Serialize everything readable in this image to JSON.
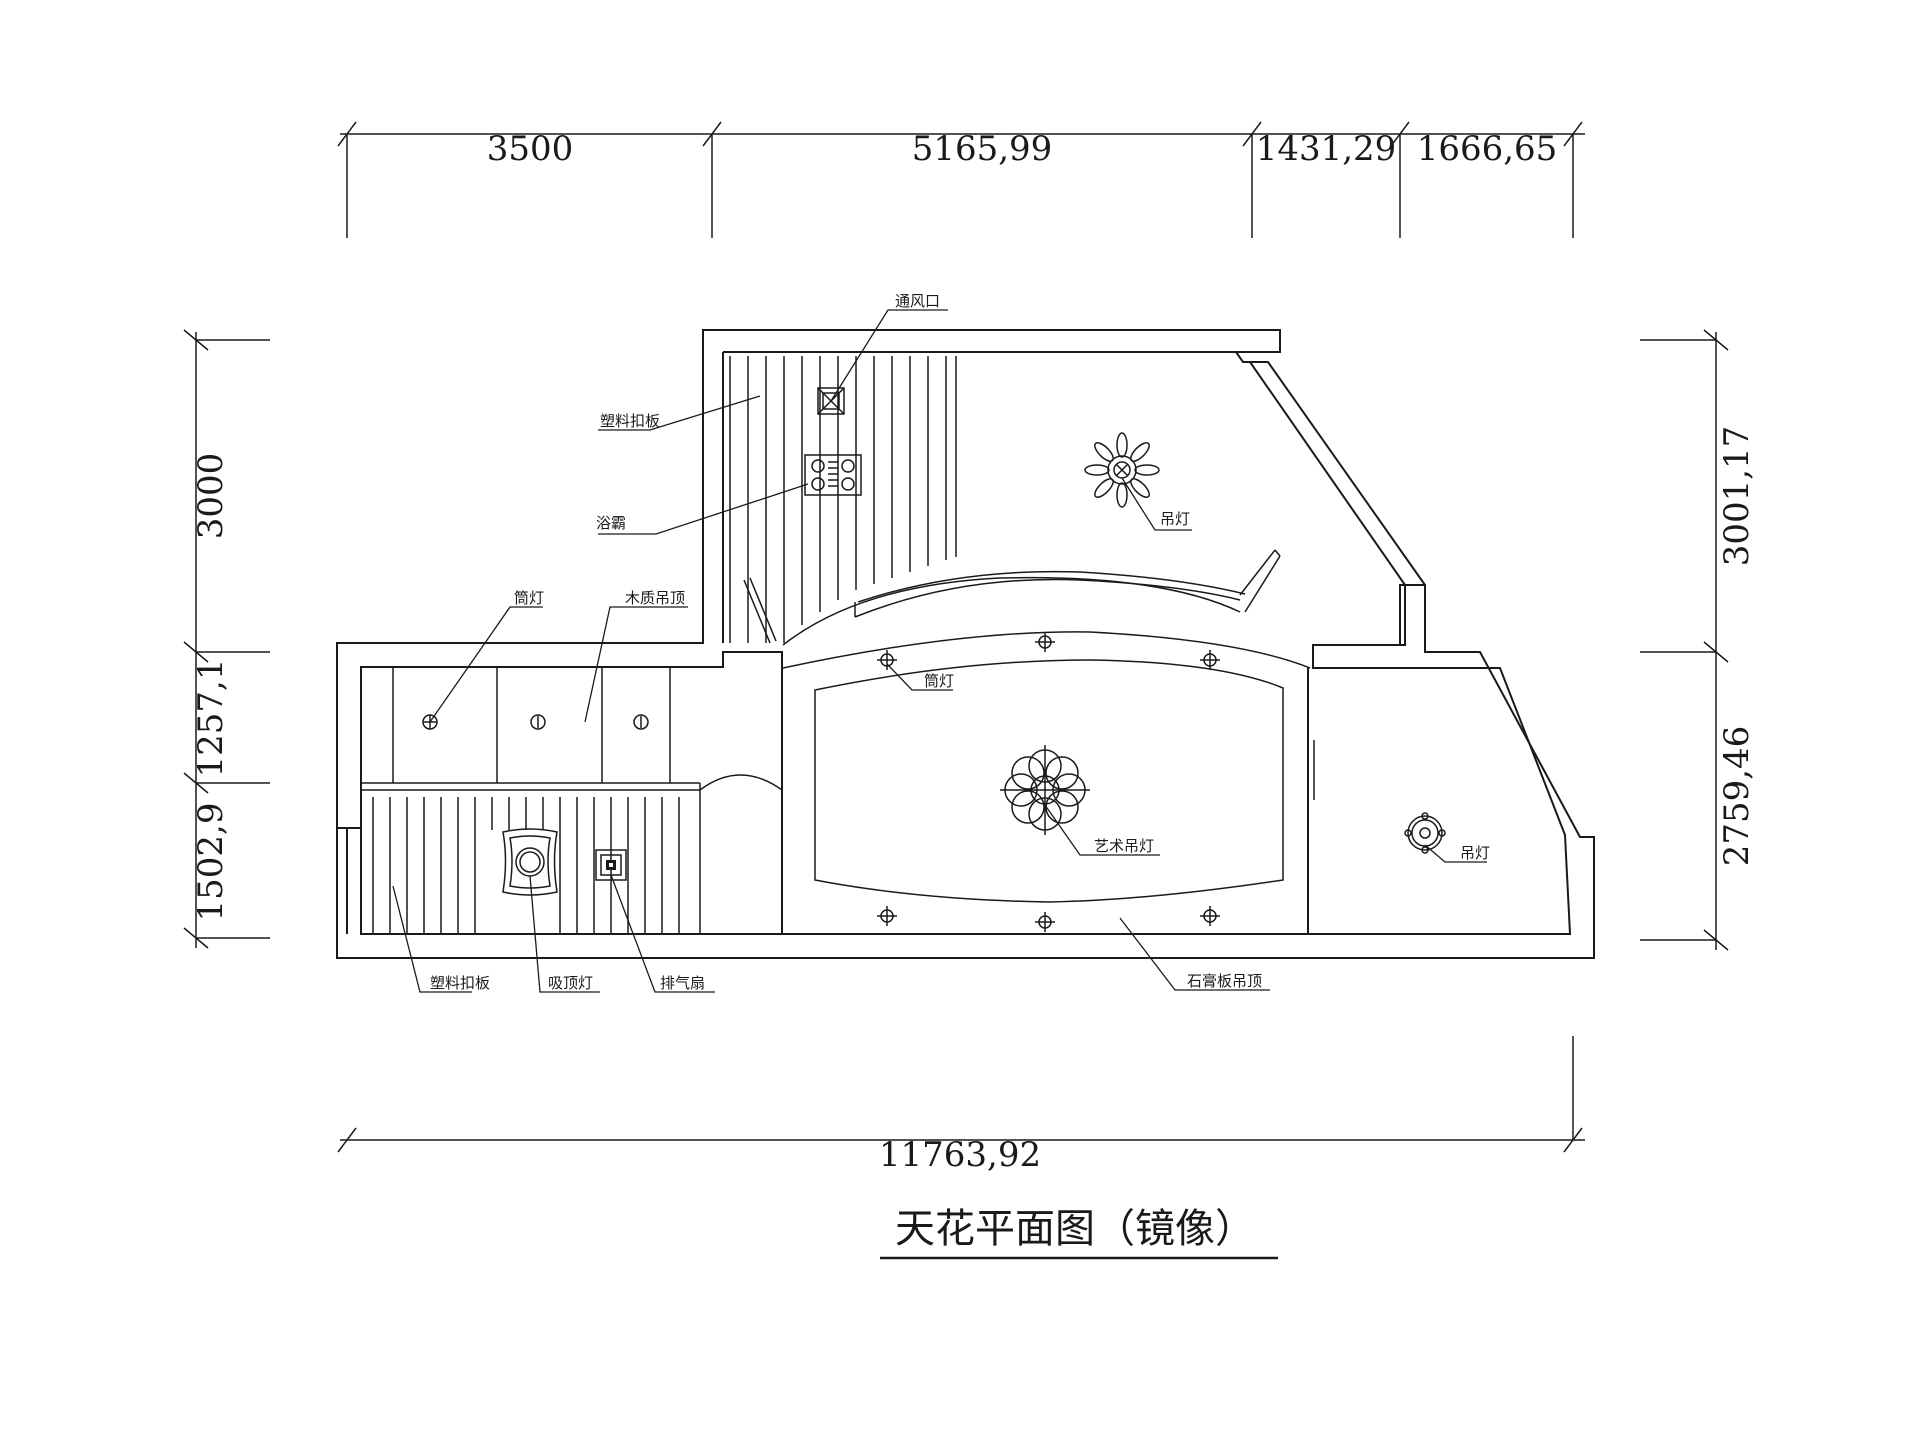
{
  "title": "天花平面图（镜像）",
  "dimensions": {
    "top": [
      "3500",
      "5165,99",
      "1431,29",
      "1666,65"
    ],
    "left": [
      "3000",
      "1257,1",
      "1502,9"
    ],
    "right": [
      "3001,17",
      "2759,46"
    ],
    "bottom": "11763,92"
  },
  "labels": {
    "vent": "通风口",
    "plastic_panel_top": "塑料扣板",
    "bath_heater": "浴霸",
    "chandelier_top": "吊灯",
    "downlight_left": "筒灯",
    "wood_ceiling": "木质吊顶",
    "downlight_mid": "筒灯",
    "art_chandelier": "艺术吊灯",
    "chandelier_right": "吊灯",
    "plastic_panel_bottom": "塑料扣板",
    "ceiling_lamp": "吸顶灯",
    "exhaust_fan": "排气扇",
    "gypsum_ceiling": "石膏板吊顶"
  }
}
